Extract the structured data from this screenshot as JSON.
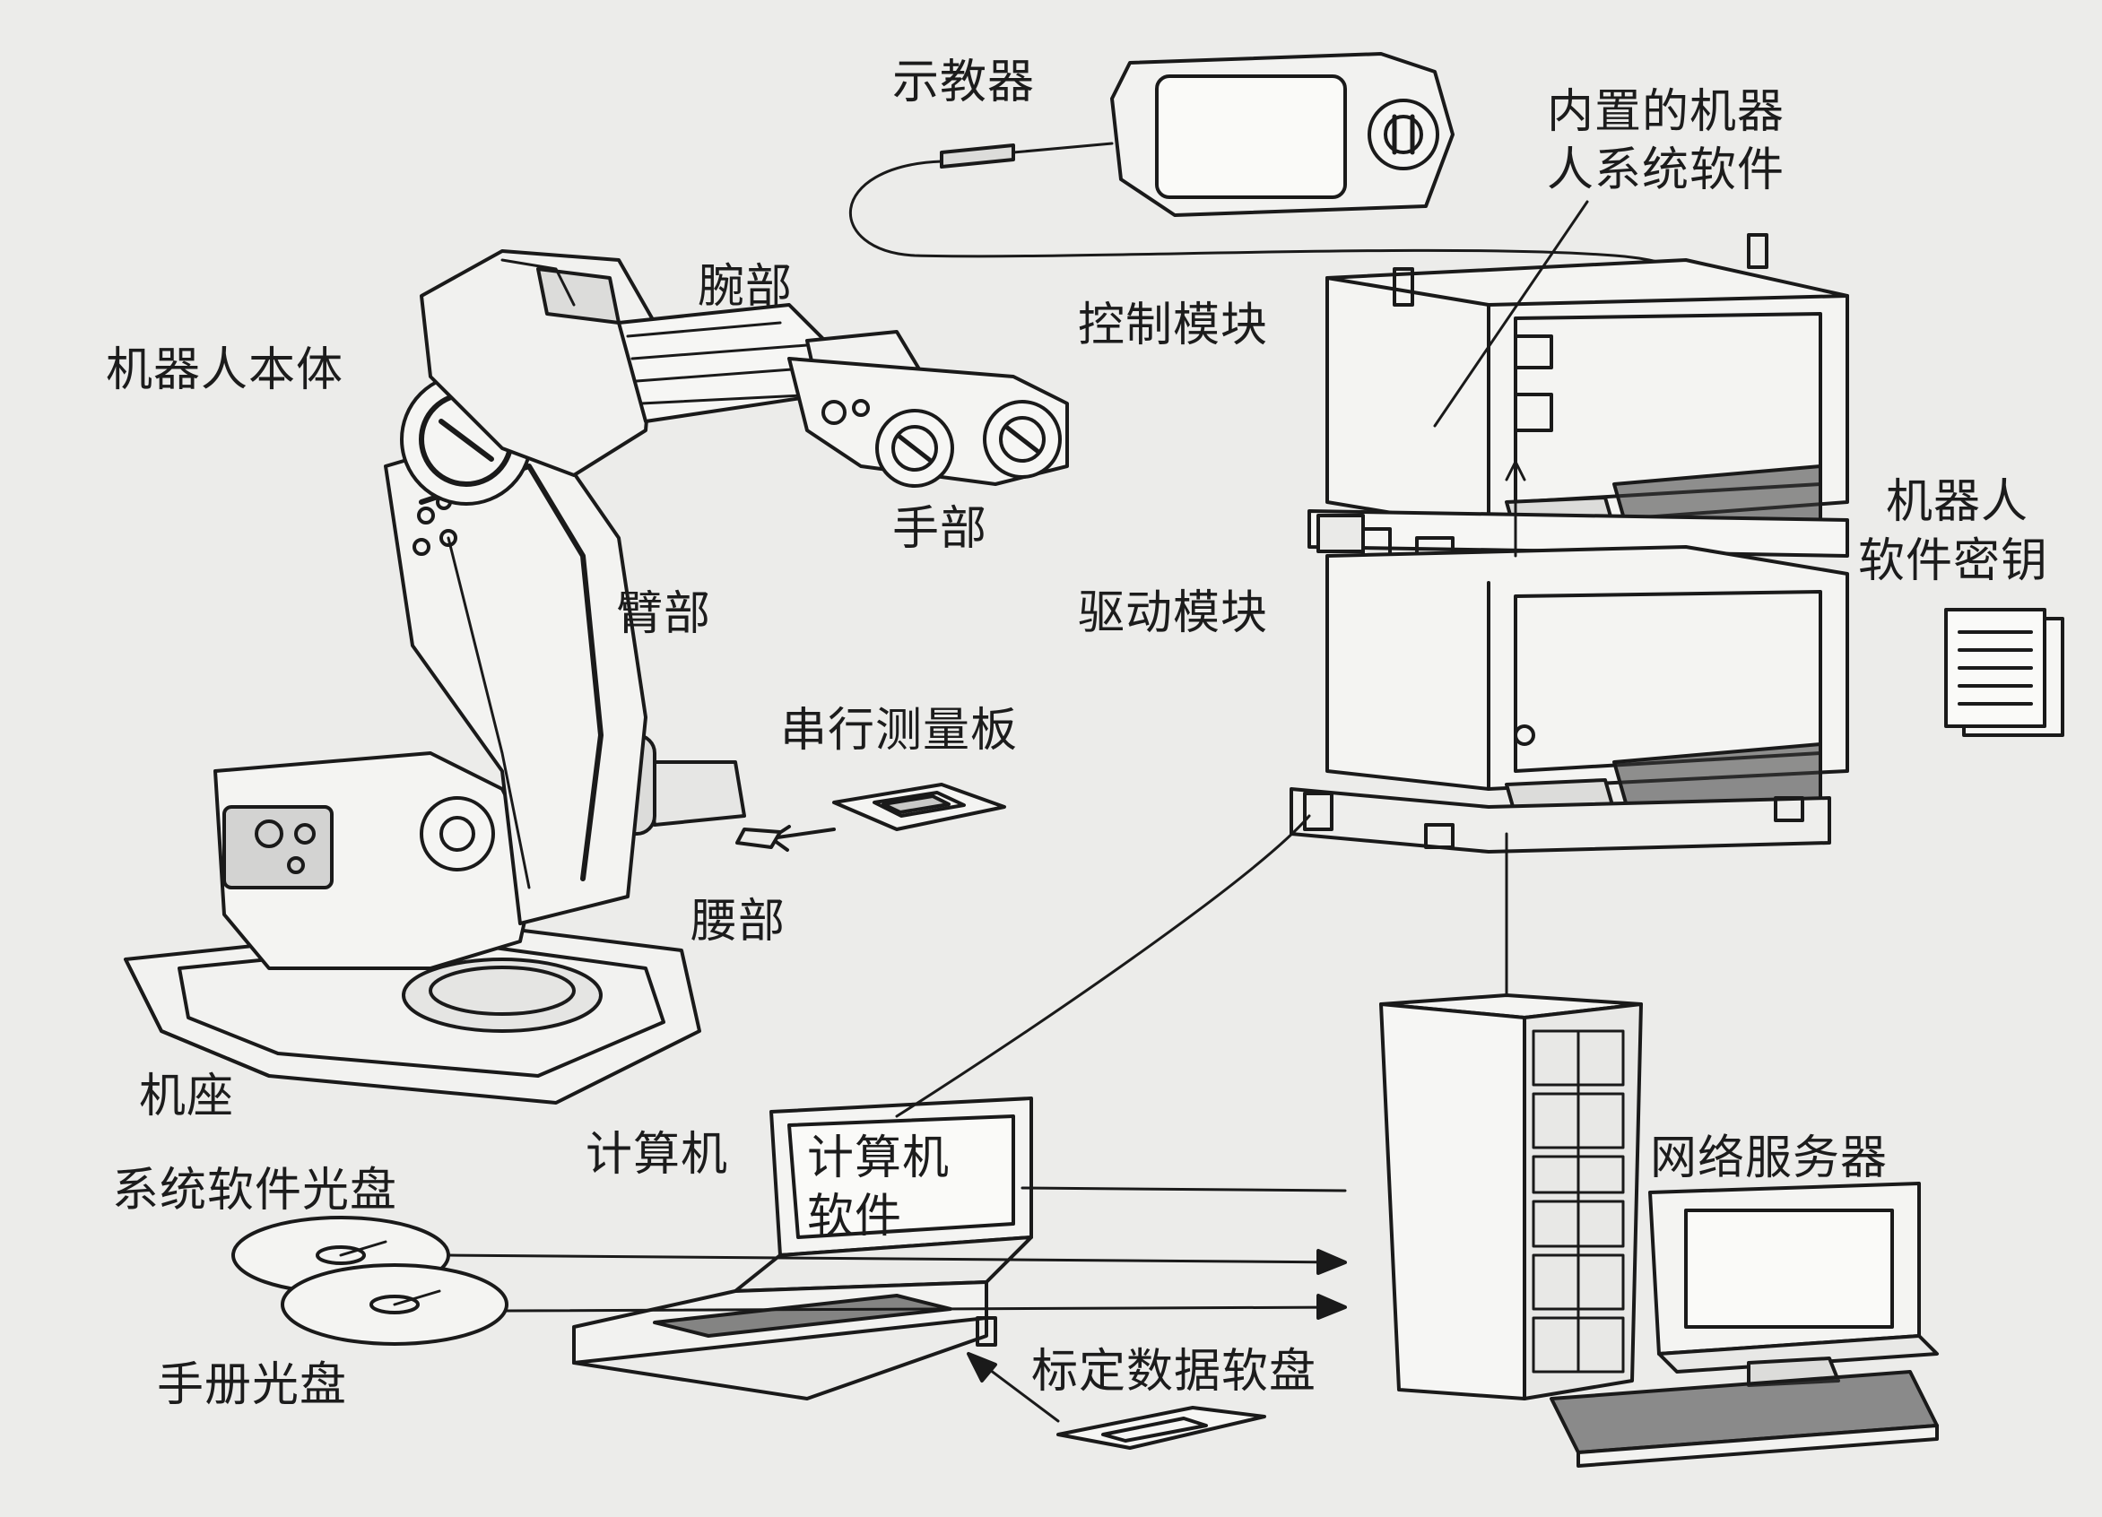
{
  "labels": {
    "teach_pendant": "示教器",
    "builtin_software_line1": "内置的机器",
    "builtin_software_line2": "人系统软件",
    "wrist": "腕部",
    "robot_body": "机器人本体",
    "control_module": "控制模块",
    "hand": "手部",
    "robot_key_line1": "机器人",
    "robot_key_line2": "软件密钥",
    "arm": "臂部",
    "drive_module": "驱动模块",
    "serial_board": "串行测量板",
    "waist": "腰部",
    "base": "机座",
    "computer": "计算机",
    "computer_software_line1": "计算机",
    "computer_software_line2": "软件",
    "network_server": "网络服务器",
    "system_cd": "系统软件光盘",
    "manual_cd": "手册光盘",
    "calibration_floppy": "标定数据软盘"
  },
  "icons": [
    "robot-arm-icon",
    "teach-pendant-icon",
    "controller-cabinet-icon",
    "laptop-icon",
    "server-tower-icon",
    "monitor-icon",
    "keyboard-icon",
    "cd-disc-icon",
    "floppy-disk-icon",
    "key-document-icon",
    "measurement-board-icon"
  ]
}
